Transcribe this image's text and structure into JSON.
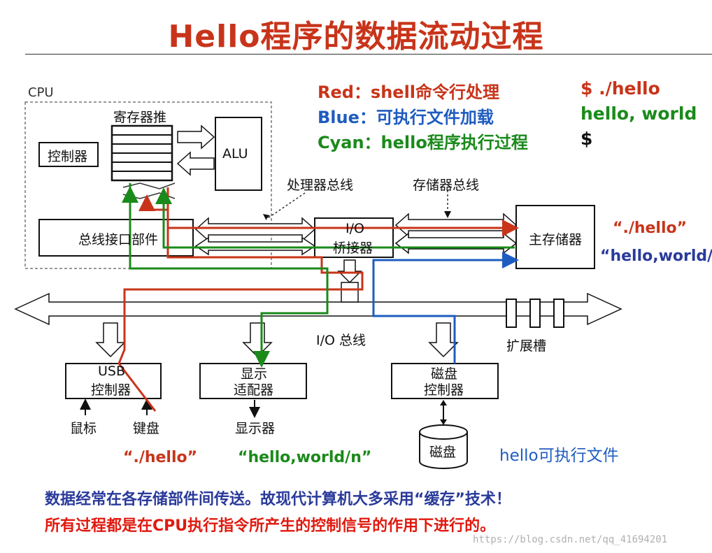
{
  "title": "Hello程序的数据流动过程",
  "legend": {
    "red": "Red：shell命令行处理",
    "blue": "Blue：可执行文件加载",
    "cyan": "Cyan：hello程序执行过程"
  },
  "terminal": {
    "line1": "$ ./hello",
    "line2": "hello, world",
    "line3": "$"
  },
  "diagram": {
    "cpu": "CPU",
    "register_file": "寄存器推",
    "controller": "控制器",
    "alu": "ALU",
    "bus_interface": "总线接口部件",
    "processor_bus": "处理器总线",
    "memory_bus": "存储器总线",
    "io_bridge_line1": "I/O",
    "io_bridge_line2": "桥接器",
    "main_memory": "主存储器",
    "io_bus": "I/O 总线",
    "expansion_slots": "扩展槽",
    "usb_line1": "USB",
    "usb_line2": "控制器",
    "display_line1": "显示",
    "display_line2": "适配器",
    "disk_ctrl_line1": "磁盘",
    "disk_ctrl_line2": "控制器",
    "mouse": "鼠标",
    "keyboard": "键盘",
    "monitor": "显示器",
    "disk": "磁盘"
  },
  "annotations": {
    "mem_hello": "“./hello”",
    "mem_output": "“hello,world/n”",
    "kbd_hello": "“./hello”",
    "display_output": "“hello,world/n”",
    "exe_file": "hello可执行文件"
  },
  "notes": {
    "line1": "数据经常在各存储部件间传送。故现代计算机大多采用“缓存”技术！",
    "line2": "所有过程都是在CPU执行指令所产生的控制信号的作用下进行的。"
  },
  "watermark": "https://blog.csdn.net/qq_41694201",
  "colors": {
    "red": "#c8341a",
    "blue": "#1f5cc0",
    "green": "#1a8a1a",
    "navy": "#2a3a9a"
  }
}
